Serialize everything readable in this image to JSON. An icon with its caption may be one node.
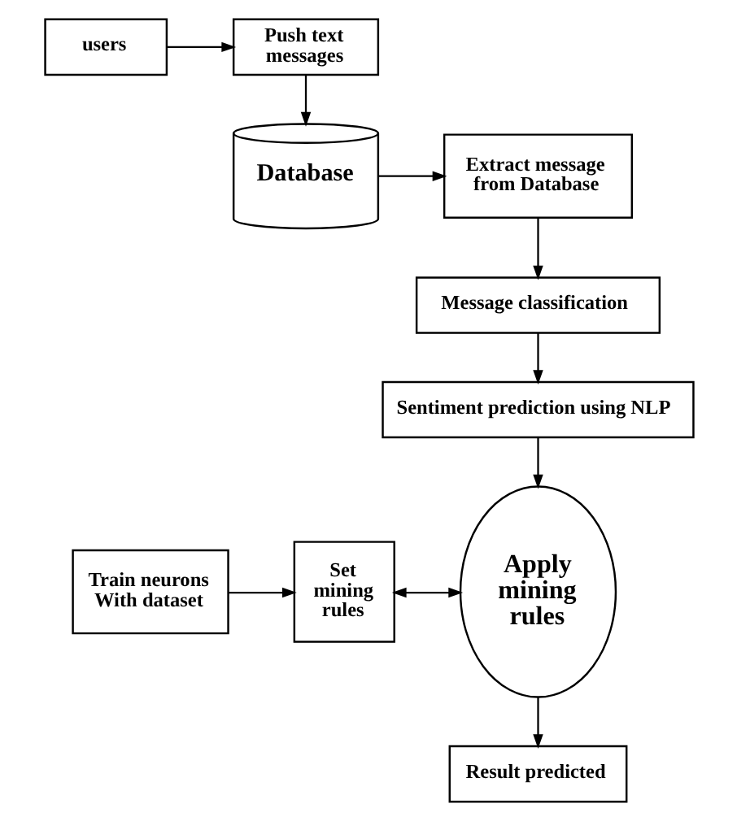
{
  "diagram": {
    "nodes": [
      {
        "text": [
          "users"
        ]
      },
      {
        "text": [
          "Push text messages"
        ]
      },
      {
        "text": [
          "Database"
        ]
      },
      {
        "text": [
          "Extract message from Database"
        ]
      },
      {
        "text": [
          "Message classification"
        ]
      },
      {
        "text": [
          "Sentiment prediction using NLP"
        ]
      },
      {
        "text": [
          "Apply mining rules"
        ]
      },
      {
        "text": [
          "Train neurons With dataset"
        ]
      },
      {
        "text": [
          "Set mining rules"
        ]
      },
      {
        "text": [
          "Result predicted"
        ]
      }
    ],
    "edges": [
      {
        "from": 0,
        "to": 1,
        "arrow": "to"
      },
      {
        "from": 1,
        "to": 2,
        "arrow": "to"
      },
      {
        "from": 2,
        "to": 3,
        "arrow": "to"
      },
      {
        "from": 3,
        "to": 4,
        "arrow": "to"
      },
      {
        "from": 4,
        "to": 5,
        "arrow": "to"
      },
      {
        "from": 5,
        "to": 6,
        "arrow": "to"
      },
      {
        "from": 7,
        "to": 8,
        "arrow": "to"
      },
      {
        "from": 8,
        "to": 6,
        "arrow": "both"
      },
      {
        "from": 6,
        "to": 9,
        "arrow": "to"
      }
    ]
  }
}
